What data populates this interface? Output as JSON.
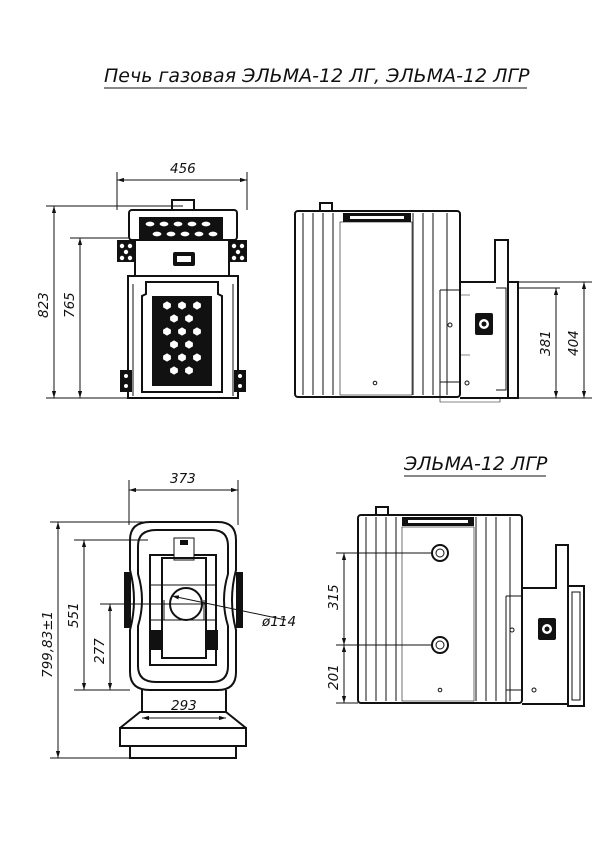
{
  "title": "Печь газовая ЭЛЬМА-12 ЛГ, ЭЛЬМА-12 ЛГР",
  "subtitle": "ЭЛЬМА-12 ЛГР",
  "dimensions": {
    "front_width": "456",
    "front_total_height": "823",
    "front_body_height": "765",
    "side_burner_low": "381",
    "side_burner_high": "404",
    "top_width": "373",
    "top_depth_total": "799,83±1",
    "top_depth_body": "551",
    "top_depth_center": "277",
    "top_lower_width": "293",
    "flue_diameter": "ø114",
    "lgr_pipe_spacing": "315",
    "lgr_pipe_low": "201"
  }
}
